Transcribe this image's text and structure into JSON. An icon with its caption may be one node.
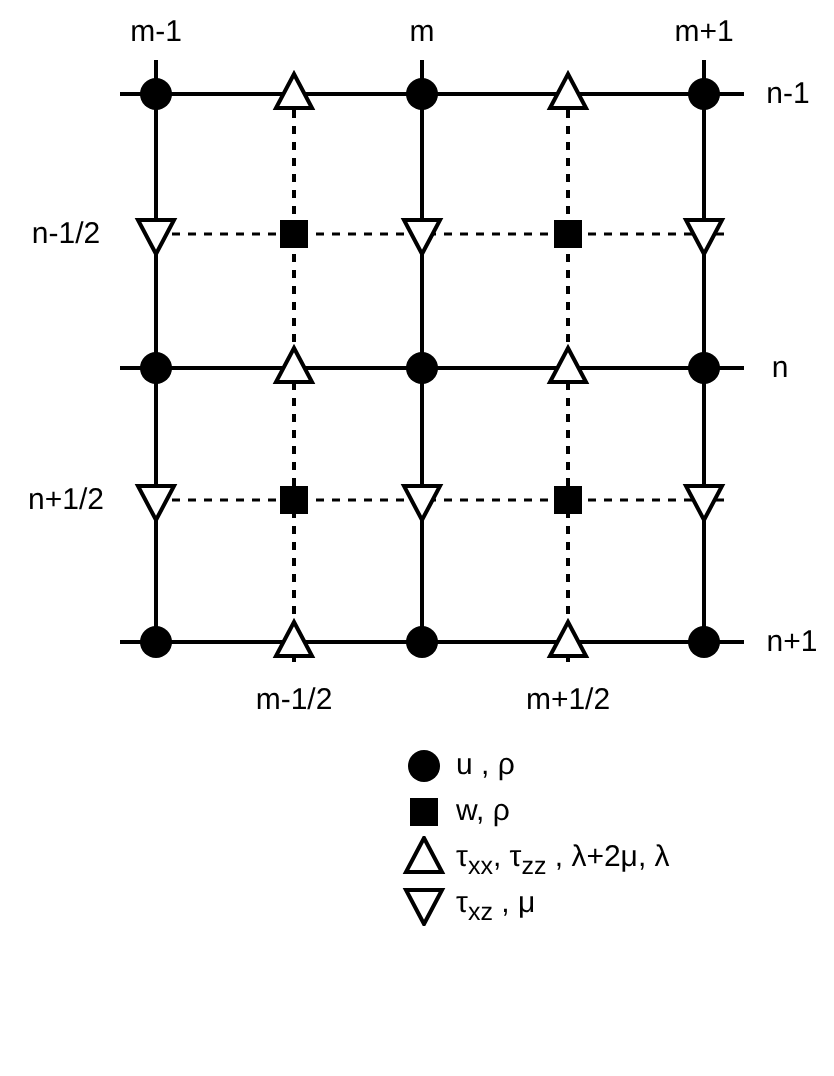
{
  "diagram": {
    "labels": [
      "m-1",
      "m",
      "m+1",
      "n-1",
      "n-1/2",
      "n",
      "n+1/2",
      "n+1",
      "m-1/2",
      "m+1/2"
    ],
    "legend": [
      {
        "text": "u , ρ"
      },
      {
        "text": "w, ρ"
      },
      {
        "text": "τ$_{xx}$, τ$_{zz}$ , λ+2μ, λ"
      },
      {
        "text": "τ$_{xz}$ , μ"
      }
    ]
  }
}
